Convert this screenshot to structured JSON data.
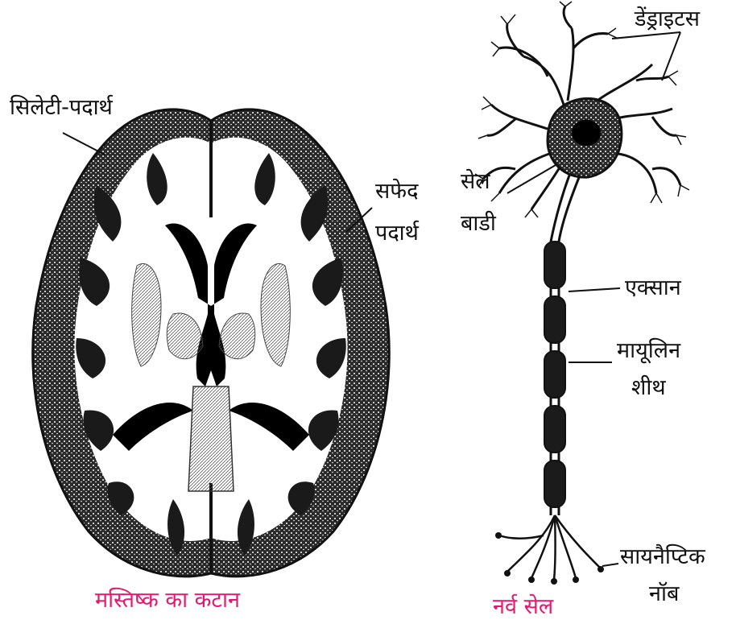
{
  "brain": {
    "labels": {
      "grey_matter": "सिलेटी-पदार्थ",
      "white_matter_1": "सफेद",
      "white_matter_2": "पदार्थ"
    },
    "caption": "मस्तिष्क का कटान"
  },
  "neuron": {
    "labels": {
      "dendrites": "डेंड्राइटस",
      "cell_body_1": "सेल",
      "cell_body_2": "बाडी",
      "axon": "एक्सान",
      "myelin_1": "मायूलिन",
      "myelin_2": "शीथ",
      "synaptic_1": "सायनैप्टिक",
      "synaptic_2": "नॉब"
    },
    "caption": "नर्व सेल"
  },
  "colors": {
    "ink": "#111111",
    "caption": "#e6176f"
  }
}
